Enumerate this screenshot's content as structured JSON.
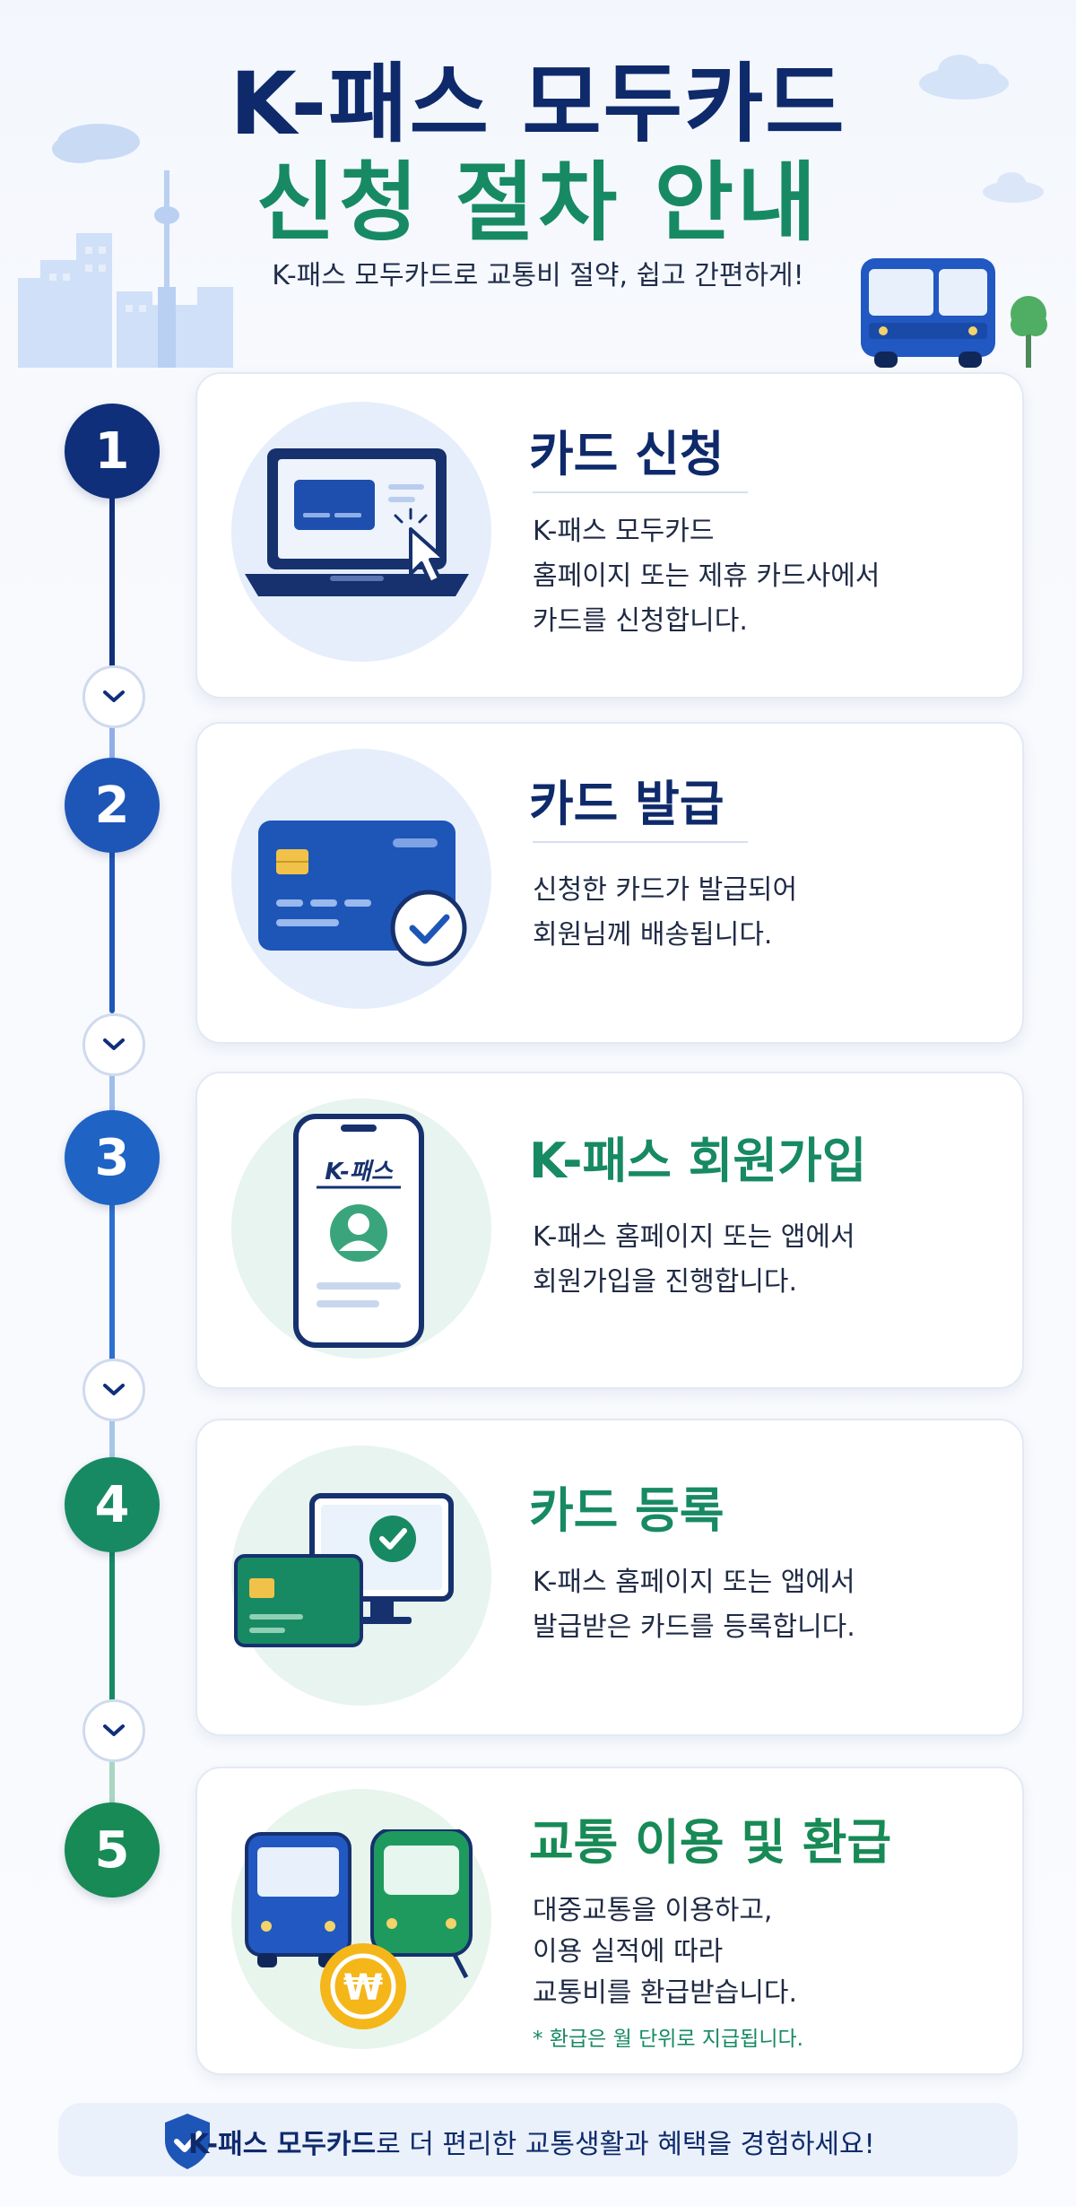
{
  "header": {
    "title_line1": "K-패스 모두카드",
    "title_line2": "신청 절차 안내",
    "subtitle": "K-패스 모두카드로 교통비 절약, 쉽고 간편하게!"
  },
  "steps": [
    {
      "number": "1",
      "title": "카드 신청",
      "lines": [
        "K-패스 모두카드",
        "홈페이지 또는 제휴 카드사에서",
        "카드를 신청합니다."
      ],
      "icon": "laptop-card-icon",
      "color": "#0f2f7a"
    },
    {
      "number": "2",
      "title": "카드 발급",
      "lines": [
        "신청한 카드가 발급되어",
        "회원님께 배송됩니다."
      ],
      "icon": "credit-card-check-icon",
      "color": "#1e56b8"
    },
    {
      "number": "3",
      "title": "K-패스 회원가입",
      "lines": [
        "K-패스 홈페이지 또는 앱에서",
        "회원가입을 진행합니다."
      ],
      "icon": "smartphone-profile-icon",
      "color": "#1f63c4",
      "phone_label": "K-패스"
    },
    {
      "number": "4",
      "title": "카드 등록",
      "lines": [
        "K-패스 홈페이지 또는 앱에서",
        "발급받은 카드를 등록합니다."
      ],
      "icon": "card-monitor-icon",
      "color": "#178a63"
    },
    {
      "number": "5",
      "title": "교통 이용 및 환급",
      "lines": [
        "대중교통을 이용하고,",
        "이용 실적에 따라",
        "교통비를 환급받습니다."
      ],
      "note": "* 환급은 월 단위로 지급됩니다.",
      "icon": "bus-train-refund-icon",
      "color": "#178a55",
      "coin_symbol": "₩"
    }
  ],
  "footer": {
    "brand": "K-패스 모두카드",
    "text": "로 더 편리한 교통생활과 혜택을 경험하세요!",
    "icon": "shield-check-icon"
  },
  "colors": {
    "navy": "#0f2a6b",
    "green": "#178a63",
    "blue": "#1e56b8",
    "coin": "#f5b619"
  }
}
